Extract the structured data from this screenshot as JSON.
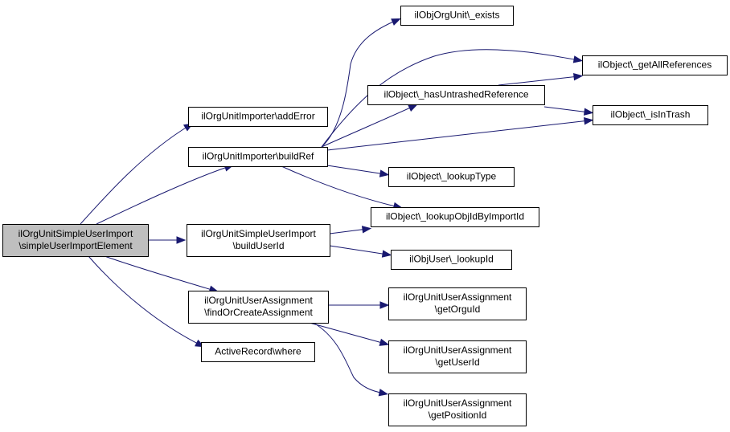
{
  "graph": {
    "title": "",
    "edge_color": "#191970",
    "root_fill": "#bfbfbf",
    "node_fill": "#ffffff",
    "nodes": {
      "root": {
        "lines": [
          "ilOrgUnitSimpleUserImport",
          "\\simpleUserImportElement"
        ],
        "is_root": true
      },
      "addError": {
        "lines": [
          "ilOrgUnitImporter\\addError"
        ]
      },
      "buildRef": {
        "lines": [
          "ilOrgUnitImporter\\buildRef"
        ]
      },
      "buildUserId": {
        "lines": [
          "ilOrgUnitSimpleUserImport",
          "\\buildUserId"
        ]
      },
      "findOrCreate": {
        "lines": [
          "ilOrgUnitUserAssignment",
          "\\findOrCreateAssignment"
        ]
      },
      "where": {
        "lines": [
          "ActiveRecord\\where"
        ]
      },
      "exists": {
        "lines": [
          "ilObjOrgUnit\\_exists"
        ]
      },
      "hasUntrashed": {
        "lines": [
          "ilObject\\_hasUntrashedReference"
        ]
      },
      "lookupType": {
        "lines": [
          "ilObject\\_lookupType"
        ]
      },
      "lookupObjId": {
        "lines": [
          "ilObject\\_lookupObjIdByImportId"
        ]
      },
      "lookupId": {
        "lines": [
          "ilObjUser\\_lookupId"
        ]
      },
      "getOrguId": {
        "lines": [
          "ilOrgUnitUserAssignment",
          "\\getOrguId"
        ]
      },
      "getUserId": {
        "lines": [
          "ilOrgUnitUserAssignment",
          "\\getUserId"
        ]
      },
      "getPositionId": {
        "lines": [
          "ilOrgUnitUserAssignment",
          "\\getPositionId"
        ]
      },
      "getAllRefs": {
        "lines": [
          "ilObject\\_getAllReferences"
        ]
      },
      "isInTrash": {
        "lines": [
          "ilObject\\_isInTrash"
        ]
      }
    },
    "edges": [
      [
        "root",
        "addError"
      ],
      [
        "root",
        "buildRef"
      ],
      [
        "root",
        "buildUserId"
      ],
      [
        "root",
        "findOrCreate"
      ],
      [
        "root",
        "where"
      ],
      [
        "buildRef",
        "exists"
      ],
      [
        "buildRef",
        "getAllRefs"
      ],
      [
        "buildRef",
        "hasUntrashed"
      ],
      [
        "buildRef",
        "isInTrash"
      ],
      [
        "buildRef",
        "lookupType"
      ],
      [
        "buildRef",
        "lookupObjId"
      ],
      [
        "hasUntrashed",
        "getAllRefs"
      ],
      [
        "hasUntrashed",
        "isInTrash"
      ],
      [
        "buildUserId",
        "lookupObjId"
      ],
      [
        "buildUserId",
        "lookupId"
      ],
      [
        "findOrCreate",
        "getOrguId"
      ],
      [
        "findOrCreate",
        "getUserId"
      ],
      [
        "findOrCreate",
        "getPositionId"
      ]
    ]
  }
}
